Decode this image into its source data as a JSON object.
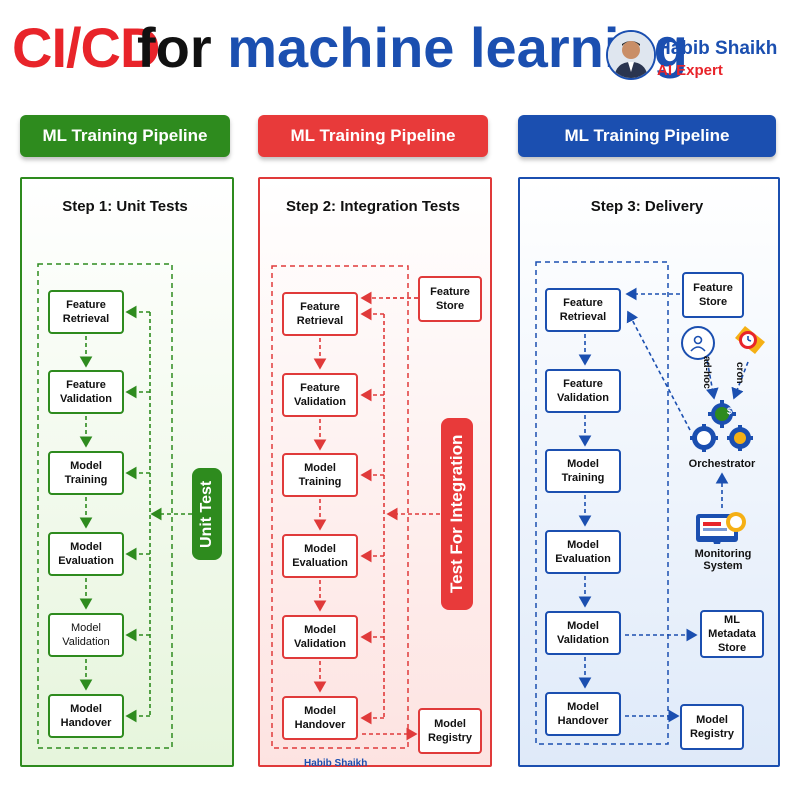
{
  "header": {
    "title_part1": "CI/CD",
    "title_part2a": "for",
    "title_part2b": "machine learning",
    "author_name": "Habib Shaikh",
    "author_role": "AI Expert"
  },
  "watermark": "Habib Shaikh",
  "colors": {
    "green": "#2e8b1e",
    "red": "#e03a3a",
    "blue": "#1b4fb0",
    "title_red": "#e8242a"
  },
  "columns": [
    {
      "header": "ML Training Pipeline",
      "step": "Step 1: Unit Tests",
      "side_label": "Unit Test",
      "nodes": [
        {
          "l1": "Feature",
          "l2": "Retrieval"
        },
        {
          "l1": "Feature",
          "l2": "Validation"
        },
        {
          "l1": "Model",
          "l2": "Training"
        },
        {
          "l1": "Model",
          "l2": "Evaluation"
        },
        {
          "l1": "Model",
          "l2": "Validation"
        },
        {
          "l1": "Model",
          "l2": "Handover"
        }
      ]
    },
    {
      "header": "ML Training Pipeline",
      "step": "Step 2: Integration Tests",
      "side_label": "Test For Integration",
      "feature_store": {
        "l1": "Feature",
        "l2": "Store"
      },
      "model_registry": {
        "l1": "Model",
        "l2": "Registry"
      },
      "nodes": [
        {
          "l1": "Feature",
          "l2": "Retrieval"
        },
        {
          "l1": "Feature",
          "l2": "Validation"
        },
        {
          "l1": "Model",
          "l2": "Training"
        },
        {
          "l1": "Model",
          "l2": "Evaluation"
        },
        {
          "l1": "Model",
          "l2": "Validation"
        },
        {
          "l1": "Model",
          "l2": "Handover"
        }
      ]
    },
    {
      "header": "ML Training Pipeline",
      "step": "Step 3: Delivery",
      "feature_store": {
        "l1": "Feature",
        "l2": "Store"
      },
      "model_registry": {
        "l1": "Model",
        "l2": "Registry"
      },
      "metadata_store": {
        "l1": "ML",
        "l2": "Metadata",
        "l3": "Store"
      },
      "orchestrator": "Orchestrator",
      "monitoring": {
        "l1": "Monitoring",
        "l2": "System"
      },
      "adhoc": "ad-hoc",
      "cron": "cron",
      "dollar": "$",
      "nodes": [
        {
          "l1": "Feature",
          "l2": "Retrieval"
        },
        {
          "l1": "Feature",
          "l2": "Validation"
        },
        {
          "l1": "Model",
          "l2": "Training"
        },
        {
          "l1": "Model",
          "l2": "Evaluation"
        },
        {
          "l1": "Model",
          "l2": "Validation"
        },
        {
          "l1": "Model",
          "l2": "Handover"
        }
      ]
    }
  ]
}
